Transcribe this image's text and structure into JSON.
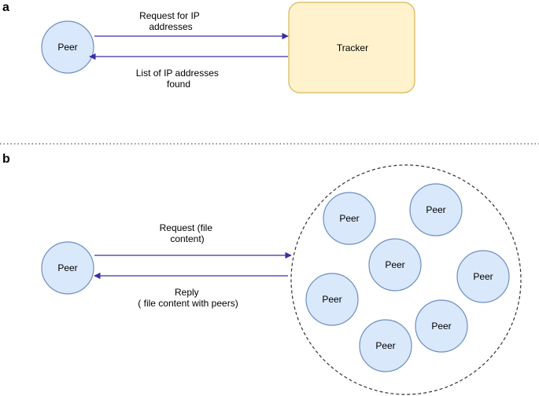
{
  "colors": {
    "peer_fill": "#dae8fc",
    "peer_stroke": "#6c8ebf",
    "tracker_fill": "#fff2cc",
    "tracker_stroke": "#d6b656",
    "arrow": "#3b2ea8",
    "divider": "#555555",
    "swarm_border": "#333333"
  },
  "panel_a": {
    "label": "a",
    "peer_label": "Peer",
    "tracker_label": "Tracker",
    "request_label": [
      "Request for IP",
      "addresses"
    ],
    "response_label": [
      "List of IP addresses",
      "found"
    ]
  },
  "panel_b": {
    "label": "b",
    "peer_label": "Peer",
    "request_label": [
      "Request (file",
      "content)"
    ],
    "reply_label": [
      "Reply",
      "( file content with peers)"
    ],
    "swarm_peers": [
      "Peer",
      "Peer",
      "Peer",
      "Peer",
      "Peer",
      "Peer",
      "Peer"
    ]
  }
}
